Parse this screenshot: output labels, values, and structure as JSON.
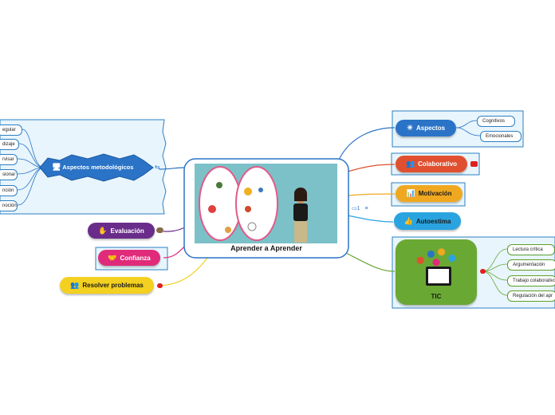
{
  "central": {
    "title": "Aprender a Aprender",
    "note_count": "1"
  },
  "left_topics": {
    "aspectos_metodologicos": {
      "label": "Aspectos metodológicos",
      "icon": "computer-icon",
      "leaves": [
        "egular",
        "dizaje",
        "rvisar",
        "sionar",
        "nción",
        "noción"
      ]
    },
    "evaluacion": {
      "label": "Evaluación",
      "icon": "hands-icon"
    },
    "confianza": {
      "label": "Confianza",
      "icon": "handshake-icon"
    },
    "resolver_problemas": {
      "label": "Resolver problemas",
      "icon": "people-icon"
    }
  },
  "right_topics": {
    "aspectos": {
      "label": "Aspectos",
      "icon": "sun-icon",
      "leaves": [
        "Cognitivos",
        "Emocionales"
      ]
    },
    "colaborativo": {
      "label": "Colaborativo",
      "icon": "people-icon"
    },
    "motivacion": {
      "label": "Motivación",
      "icon": "chart-icon"
    },
    "autoestima": {
      "label": "Autoestima",
      "icon": "thumbs-up-icon"
    },
    "tic": {
      "label": "TIC",
      "icon": "laptop-icon",
      "leaves": [
        "Lectura crítica",
        "Argumentación",
        "Trabajo colaborativo",
        "Regulación del apr"
      ]
    }
  },
  "colors": {
    "blue": "#2a73c7",
    "red": "#e05030",
    "orange": "#f0a820",
    "cyan": "#2aa4e0",
    "green": "#6aa834",
    "purple": "#6a2c8a",
    "pink": "#e02a7a",
    "yellow": "#f4d020"
  }
}
